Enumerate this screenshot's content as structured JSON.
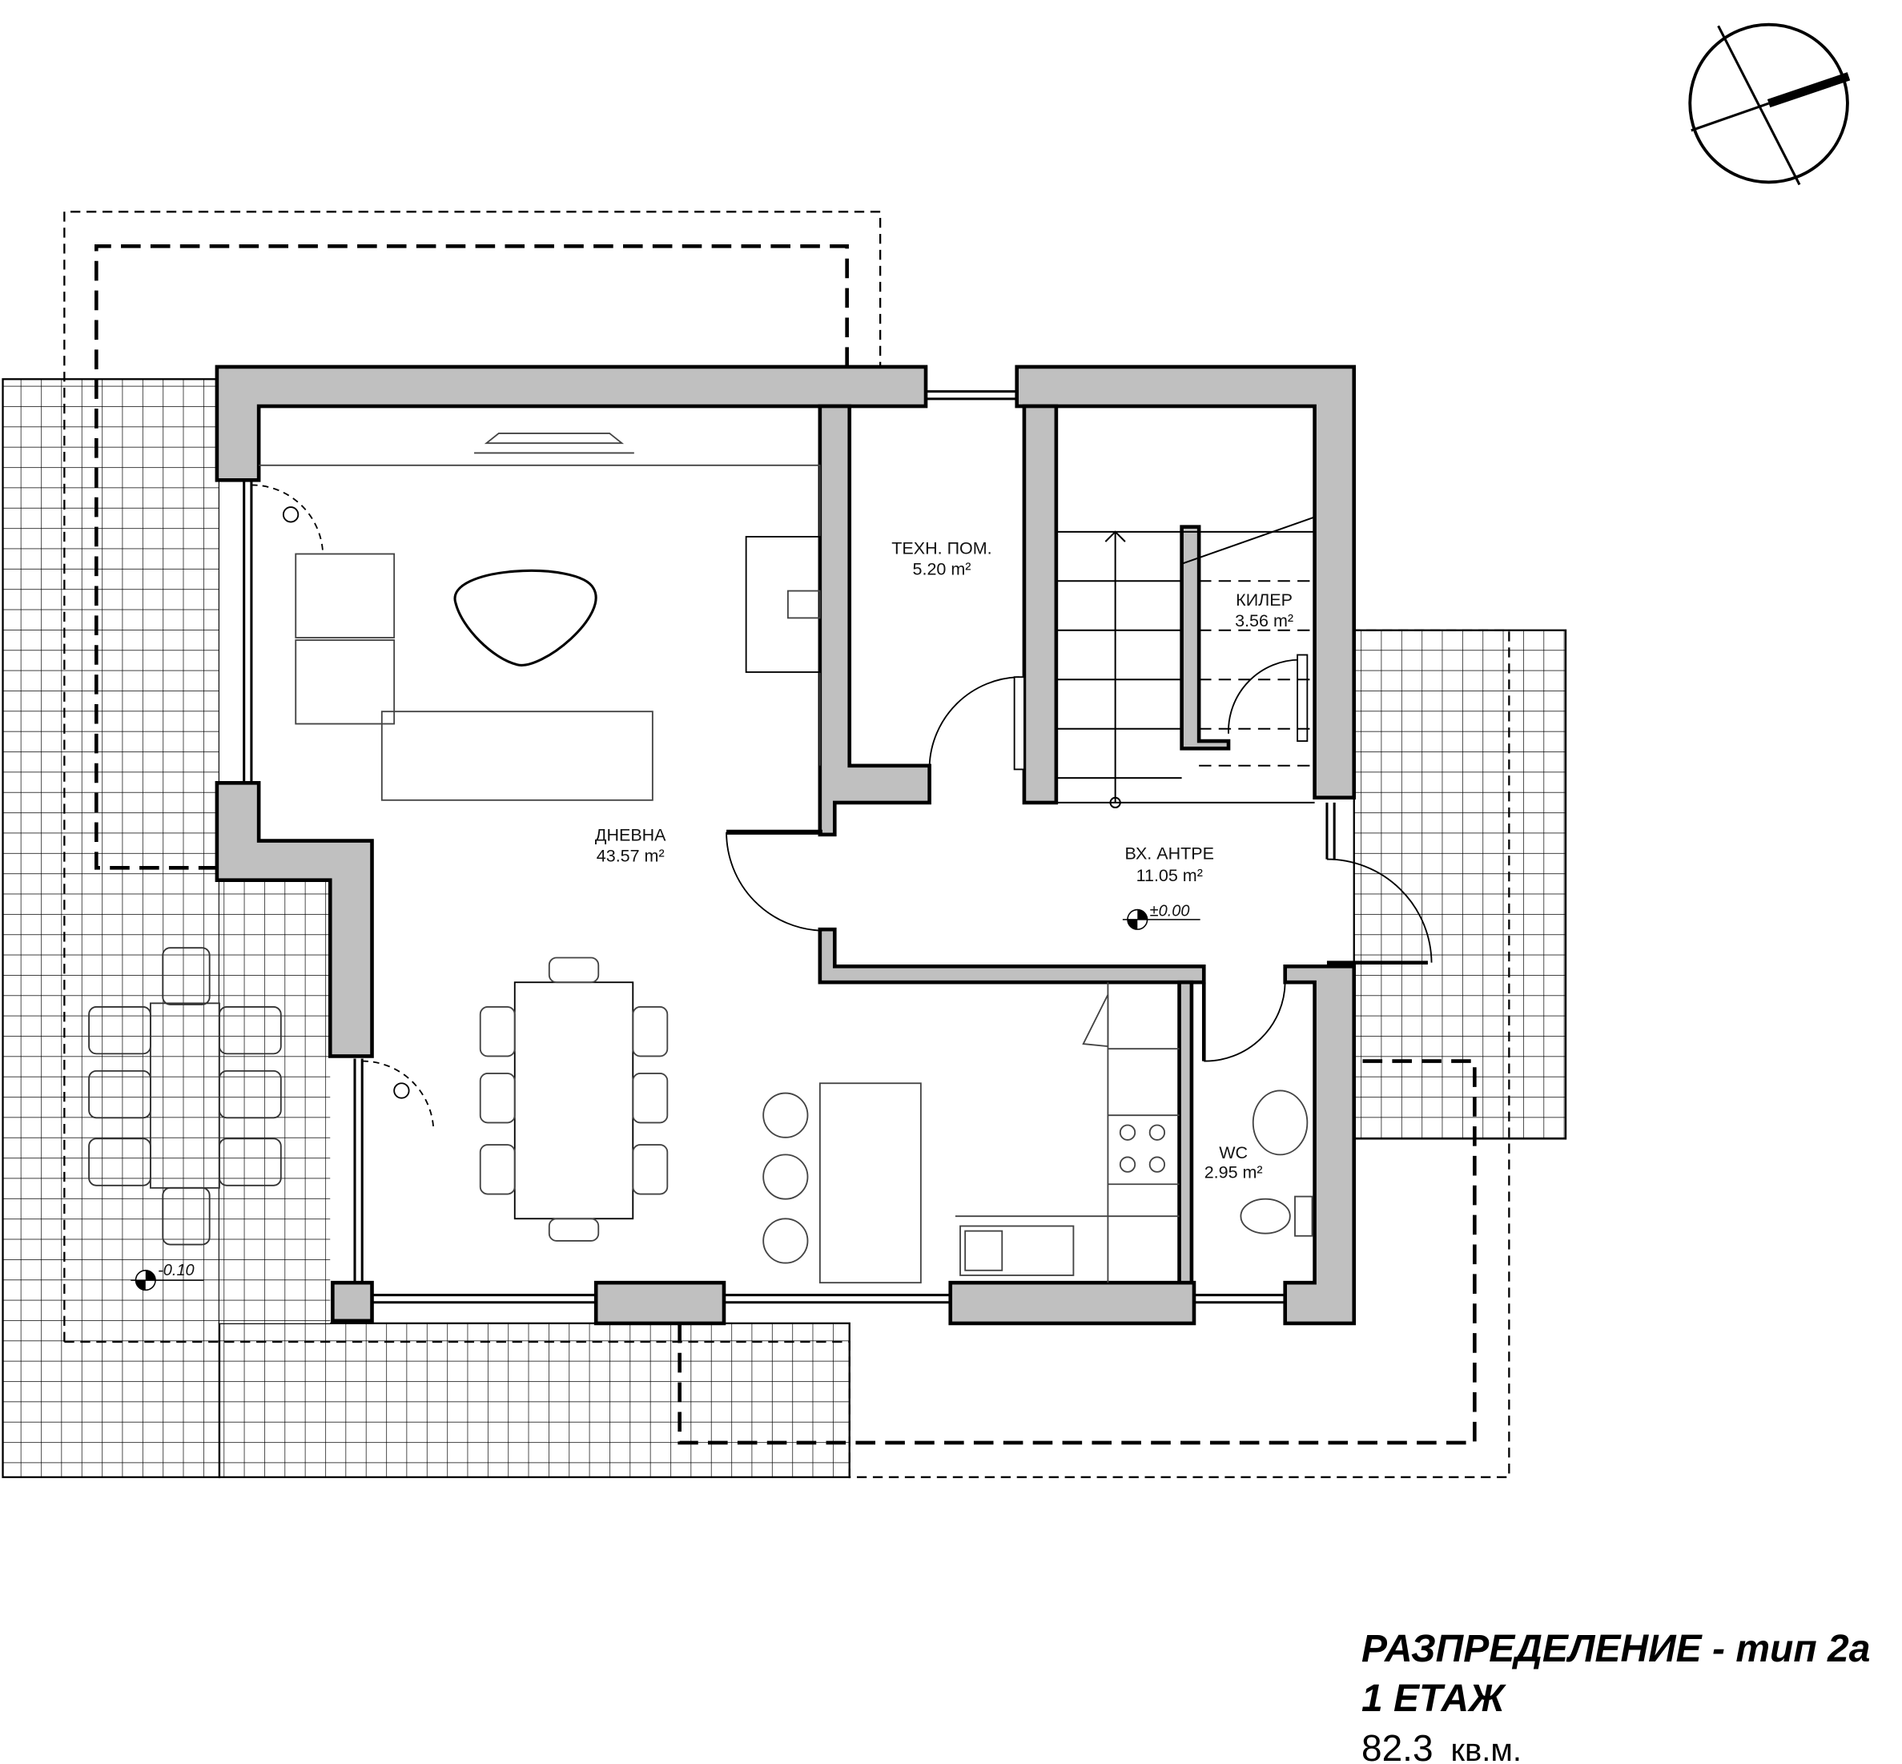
{
  "title_block": {
    "title": "РАЗПРЕДЕЛЕНИЕ - тип 2а",
    "floor": "1  ЕТАЖ",
    "area_value": "82.3",
    "area_unit": "кв.м."
  },
  "rooms": [
    {
      "name": "ТЕХН. ПОМ.",
      "area": "5.20 m²"
    },
    {
      "name": "ДНЕВНА",
      "area": "43.57 m²"
    },
    {
      "name": "ВХ. АНТРЕ",
      "area": "11.05 m²"
    },
    {
      "name": "КИЛЕР",
      "area": "3.56 m²"
    },
    {
      "name": "WC",
      "area": "2.95 m²"
    }
  ],
  "levels": {
    "entrance": "±0.00",
    "terrace": "-0.10"
  },
  "colors": {
    "wall_fill": "#c0c0c0",
    "line": "#000000"
  }
}
